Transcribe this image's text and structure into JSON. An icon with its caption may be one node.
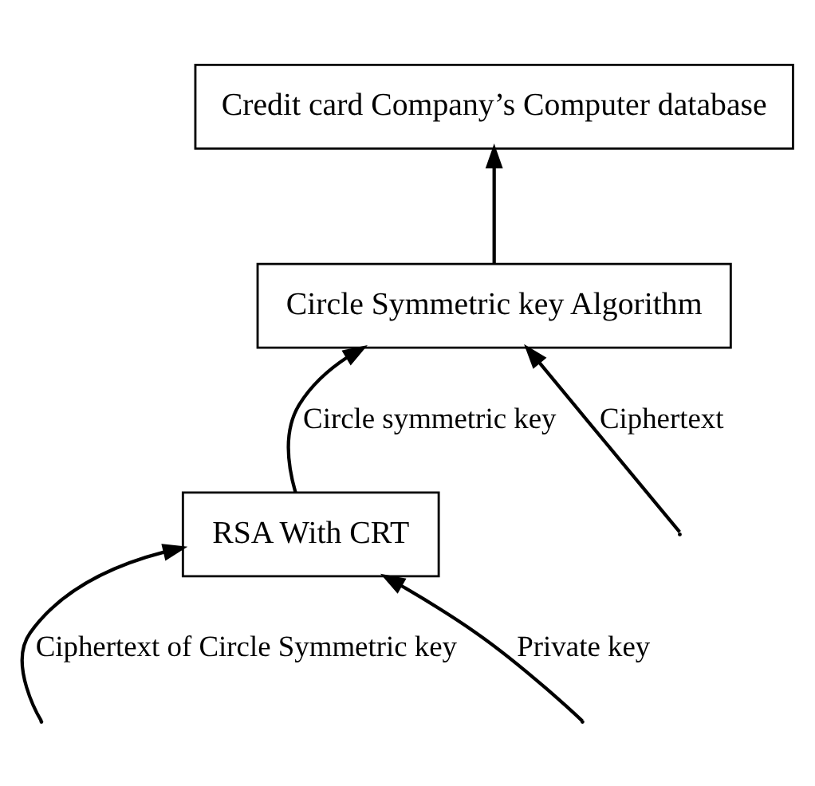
{
  "diagram": {
    "nodes": [
      {
        "text": [
          "Circle Symmetric key Algorithm"
        ]
      },
      {
        "text": [
          "RSA With CRT"
        ]
      },
      {
        "text": [
          "Credit card Company’s Computer database"
        ]
      }
    ],
    "edges": [
      {
        "from": null,
        "to": 0,
        "arrow": "to",
        "label": "Ciphertext"
      },
      {
        "from": null,
        "to": 1,
        "arrow": "to",
        "label": "Ciphertext of Circle Symmetric key"
      },
      {
        "from": 1,
        "to": 0,
        "arrow": "to",
        "label": "Circle symmetric key"
      },
      {
        "from": null,
        "to": 1,
        "arrow": "to",
        "label": "Private key"
      },
      {
        "from": 0,
        "to": 2,
        "arrow": "to"
      }
    ]
  }
}
